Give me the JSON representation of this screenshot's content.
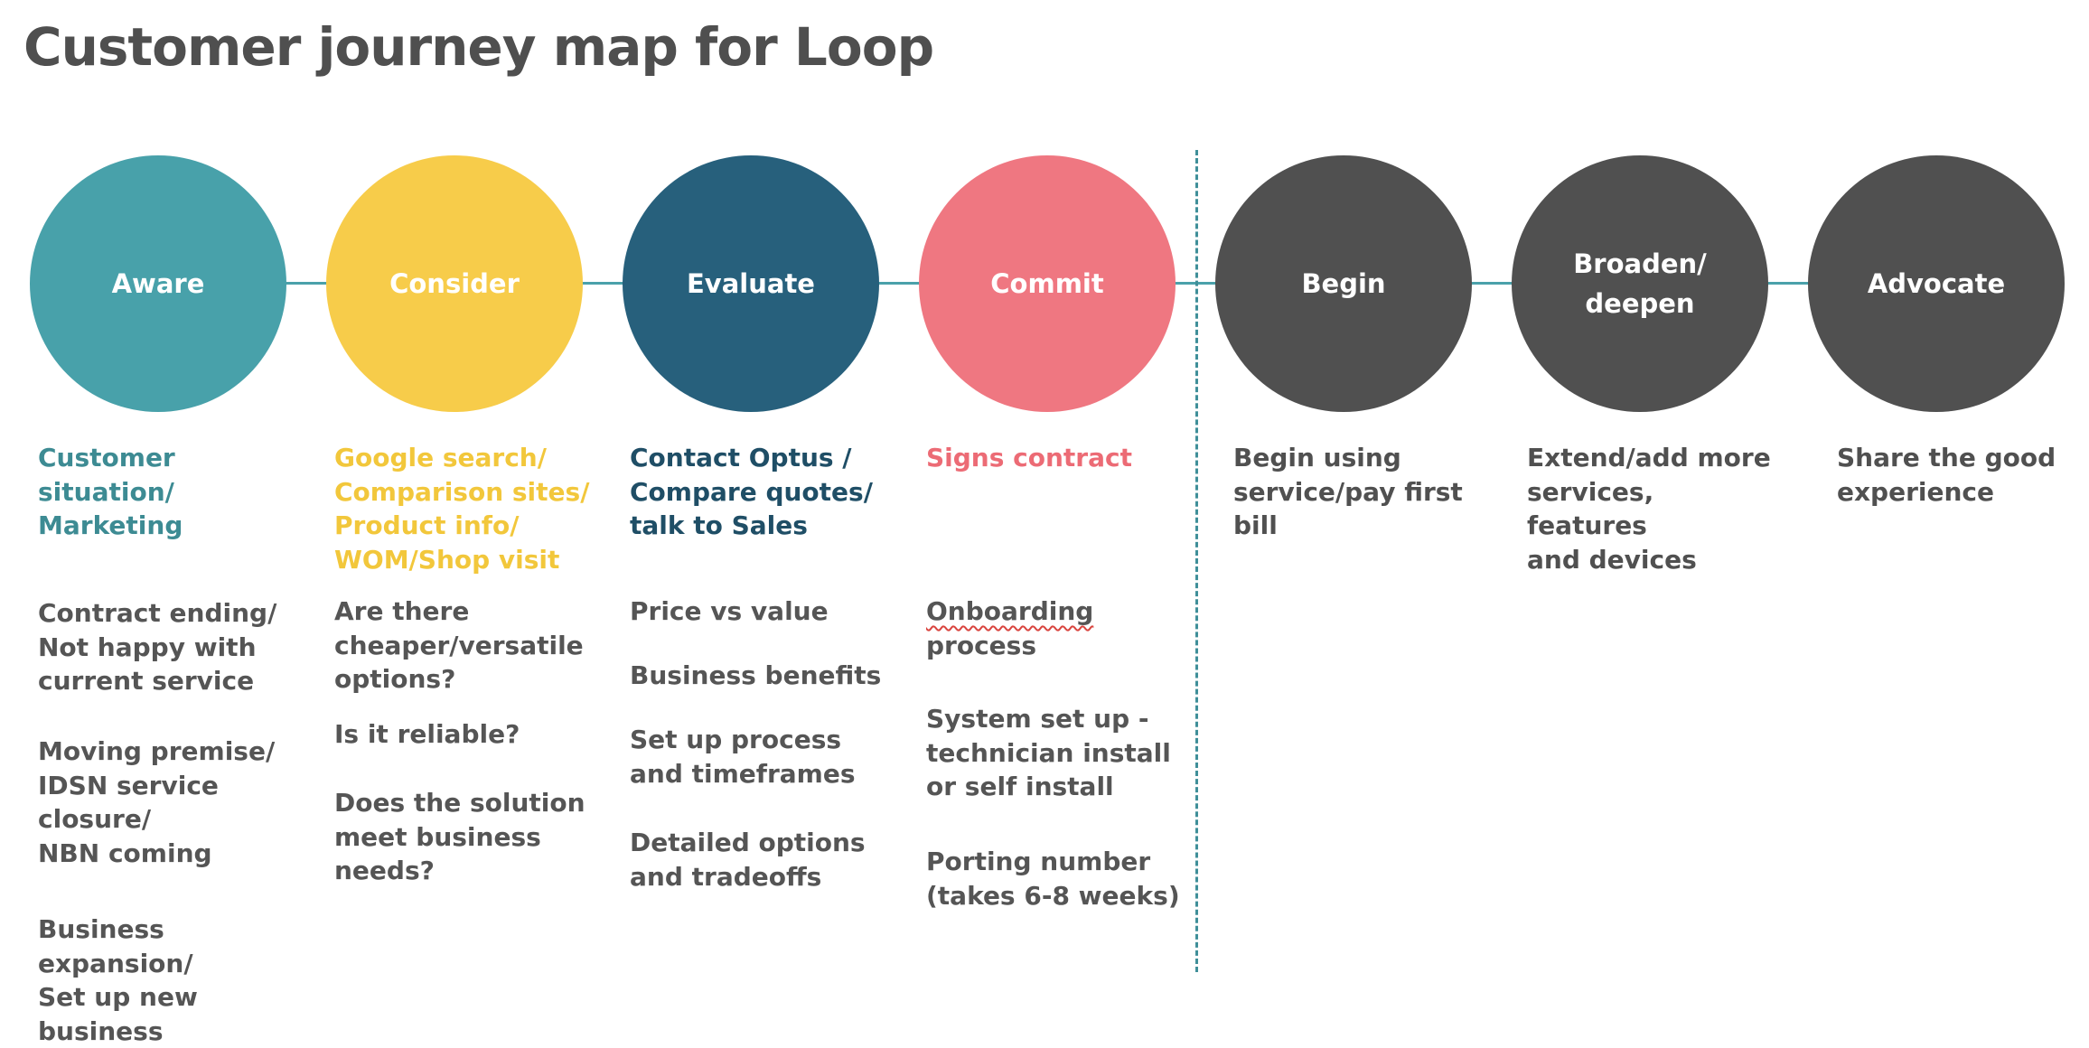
{
  "title": "Customer journey map for Loop",
  "colors": {
    "aware": "#48a1aa",
    "consider": "#f7cc4a",
    "evaluate": "#27607c",
    "commit": "#ef7781",
    "dark": "#505050",
    "connector": "#4aa1aa",
    "aware_heading": "#3d8b93",
    "consider_heading": "#f2c73b",
    "evaluate_heading": "#1f4e66",
    "commit_heading": "#ec6b75"
  },
  "stages": [
    {
      "label": "Aware",
      "heading": "Customer\nsituation/\nMarketing",
      "notes": [
        "Contract ending/\nNot happy with\ncurrent service",
        "Moving premise/\nIDSN service\nclosure/\nNBN coming",
        "Business expansion/\nSet up new business"
      ]
    },
    {
      "label": "Consider",
      "heading": "Google search/\nComparison sites/\nProduct info/\nWOM/Shop visit",
      "notes": [
        "Are there\ncheaper/versatile\noptions?",
        "Is it reliable?",
        "Does the solution\nmeet business\nneeds?"
      ]
    },
    {
      "label": "Evaluate",
      "heading": "Contact Optus /\nCompare quotes/\ntalk to Sales",
      "notes": [
        "Price vs value",
        "Business benefits",
        "Set up process\nand timeframes",
        "Detailed options\nand tradeoffs"
      ]
    },
    {
      "label": "Commit",
      "heading": "Signs contract",
      "notes": [
        "Onboarding",
        "process",
        "System set up -\ntechnician install\nor self install",
        "Porting number\n(takes 6-8 weeks)"
      ]
    },
    {
      "label": "Begin",
      "heading": "Begin using\nservice/pay first\nbill"
    },
    {
      "label": "Broaden/\ndeepen",
      "heading": "Extend/add more\nservices, features\nand devices"
    },
    {
      "label": "Advocate",
      "heading": "Share the good\nexperience"
    }
  ]
}
